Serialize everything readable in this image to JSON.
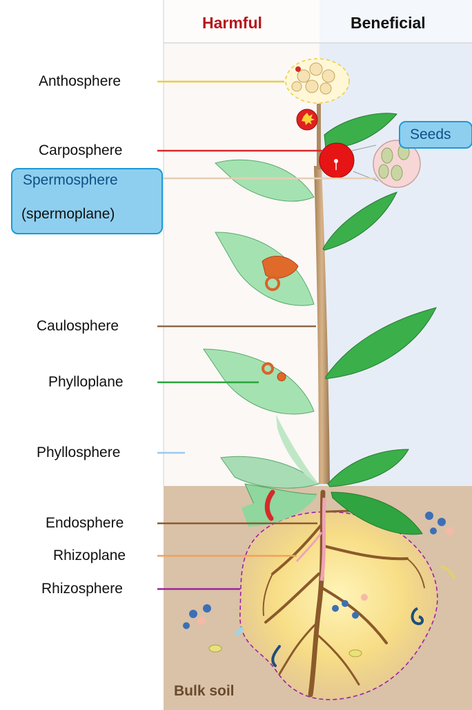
{
  "header": {
    "harmful": "Harmful",
    "beneficial": "Beneficial"
  },
  "labels": {
    "anthosphere": "Anthosphere",
    "carposphere": "Carposphere",
    "spermosphere": "Spermosphere",
    "spermoplane": "(spermoplane)",
    "caulosphere": "Caulosphere",
    "phylloplane": "Phylloplane",
    "phyllosphere": "Phyllosphere",
    "endosphere": "Endosphere",
    "rhizoplane": "Rhizoplane",
    "rhizosphere": "Rhizosphere"
  },
  "seeds_label": "Seeds",
  "bulk_soil_label": "Bulk soil",
  "colors": {
    "harmful": "#b4161c",
    "anthosphere": "#e9cf3c",
    "carposphere": "#d62a2a",
    "spermosphere": "#e6cfb4",
    "caulosphere": "#8b6a47",
    "phylloplane": "#2aa33a",
    "phyllosphere": "#9cc9ee",
    "endosphere": "#8b5a2b",
    "rhizoplane": "#f2a25a",
    "rhizosphere": "#a020a0",
    "callout_fill": "#8ecff0",
    "callout_border": "#1a9ad6",
    "soil": "#d9c2a8",
    "beneficial_bg": "#e6ecf6"
  }
}
